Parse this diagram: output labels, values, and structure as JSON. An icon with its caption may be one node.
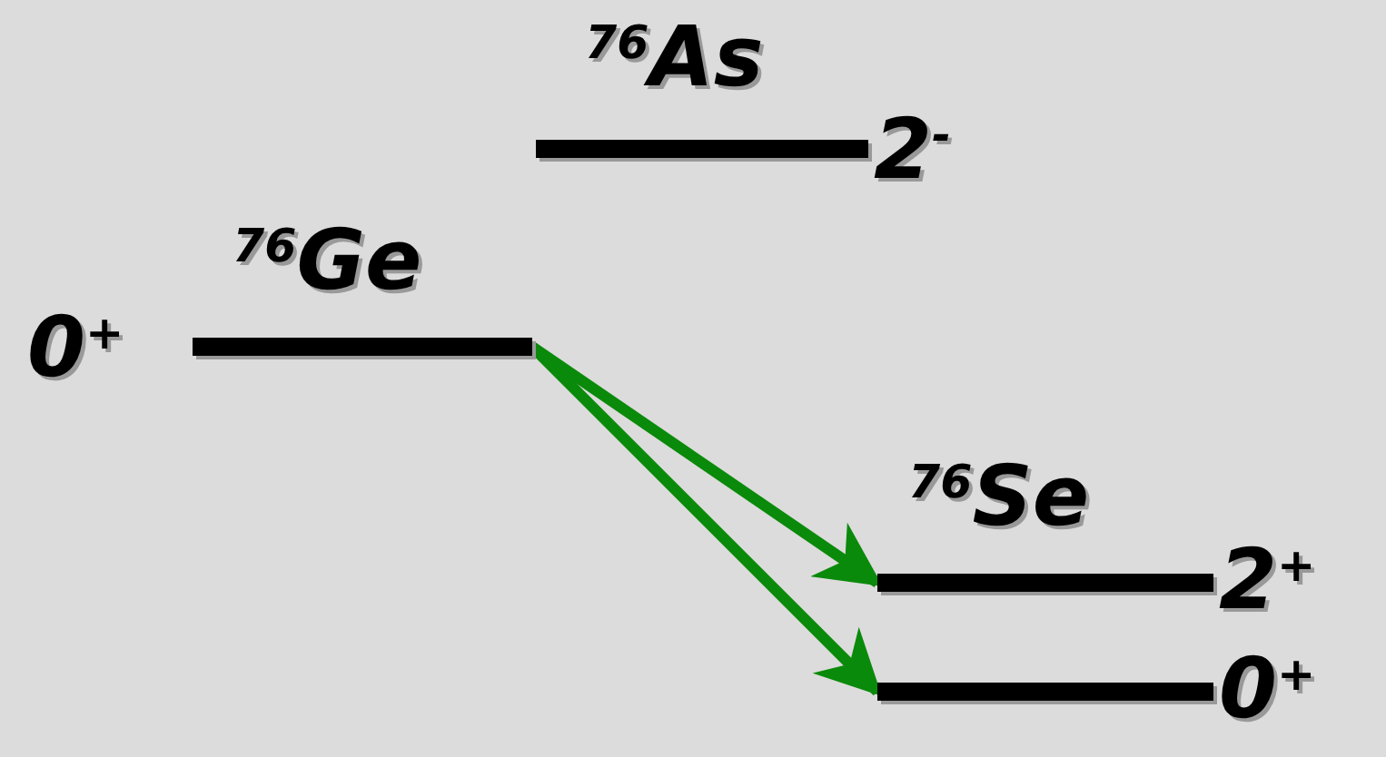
{
  "diagram": {
    "nodes": [
      {
        "text": [
          "2$^{-}$"
        ],
        "beside": [
          "$^{76}$As"
        ]
      },
      {
        "text": [
          "0$^{+}$"
        ],
        "beside": [
          "$^{76}$Ge"
        ]
      },
      {
        "text": [
          "2$^{+}$"
        ],
        "beside": [
          "$^{76}$Se"
        ]
      },
      {
        "text": [
          "0$^{+}$"
        ]
      }
    ],
    "edges": [
      {
        "from": 1,
        "to": 2,
        "arrow": "to"
      },
      {
        "from": 1,
        "to": 3,
        "arrow": "to"
      }
    ]
  }
}
